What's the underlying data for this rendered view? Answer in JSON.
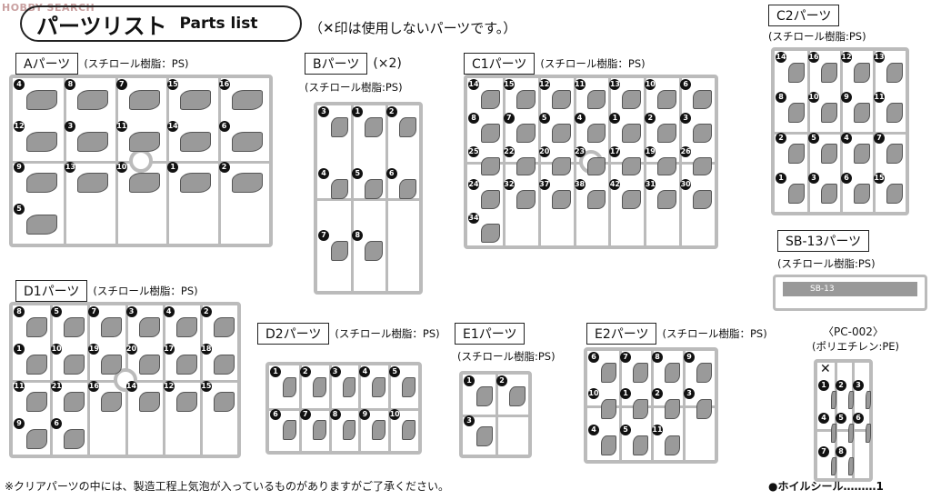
{
  "watermark": "HOBBY SEARCH",
  "header": {
    "title_jp": "パーツリスト",
    "title_en": "Parts list",
    "note": "（✕印は使用しないパーツです。）"
  },
  "sections": {
    "A": {
      "label": "Aパーツ",
      "material": "(スチロール樹脂：PS)",
      "numbers": [
        "4",
        "8",
        "7",
        "15",
        "16",
        "12",
        "3",
        "11",
        "14",
        "6",
        "9",
        "13",
        "10",
        "1",
        "2",
        "5"
      ]
    },
    "B": {
      "label": "Bパーツ",
      "count": "(×2)",
      "material": "(スチロール樹脂:PS)",
      "numbers": [
        "3",
        "1",
        "2",
        "4",
        "5",
        "6",
        "7",
        "8"
      ]
    },
    "C1": {
      "label": "C1パーツ",
      "material": "(スチロール樹脂：PS)",
      "numbers": [
        "14",
        "15",
        "12",
        "11",
        "13",
        "10",
        "6",
        "8",
        "7",
        "5",
        "4",
        "1",
        "2",
        "3",
        "25",
        "22",
        "20",
        "23",
        "17",
        "19",
        "26",
        "24",
        "32",
        "37",
        "38",
        "42",
        "31",
        "30",
        "34"
      ]
    },
    "C2": {
      "label": "C2パーツ",
      "material": "(スチロール樹脂:PS)",
      "numbers": [
        "14",
        "16",
        "12",
        "13",
        "8",
        "10",
        "9",
        "11",
        "2",
        "5",
        "4",
        "7",
        "1",
        "3",
        "6",
        "15"
      ]
    },
    "SB13": {
      "label": "SB-13パーツ",
      "material": "(スチロール樹脂:PS)",
      "part_text": "SB-13"
    },
    "PC002": {
      "label": "〈PC-002〉",
      "material": "(ポリエチレン:PE)",
      "x_mark": "✕",
      "numbers": [
        "1",
        "2",
        "3",
        "4",
        "5",
        "6",
        "7",
        "8"
      ]
    },
    "D1": {
      "label": "D1パーツ",
      "material": "(スチロール樹脂：PS)",
      "numbers": [
        "8",
        "5",
        "7",
        "3",
        "4",
        "2",
        "1",
        "10",
        "19",
        "20",
        "17",
        "18",
        "11",
        "21",
        "16",
        "14",
        "12",
        "15",
        "9",
        "6"
      ]
    },
    "D2": {
      "label": "D2パーツ",
      "material": "(スチロール樹脂：PS)",
      "numbers": [
        "1",
        "2",
        "3",
        "4",
        "5",
        "6",
        "7",
        "8",
        "9",
        "10"
      ]
    },
    "E1": {
      "label": "E1パーツ",
      "material": "(スチロール樹脂:PS)",
      "numbers": [
        "1",
        "2",
        "3"
      ]
    },
    "E2": {
      "label": "E2パーツ",
      "material": "(スチロール樹脂：PS)",
      "numbers": [
        "6",
        "7",
        "8",
        "9",
        "10",
        "1",
        "2",
        "3",
        "4",
        "5",
        "11"
      ]
    }
  },
  "footer": {
    "note": "※クリアパーツの中には、製造工程上気泡が入っているものがありますがご了承ください。",
    "sticker": "●ホイルシール………1"
  }
}
